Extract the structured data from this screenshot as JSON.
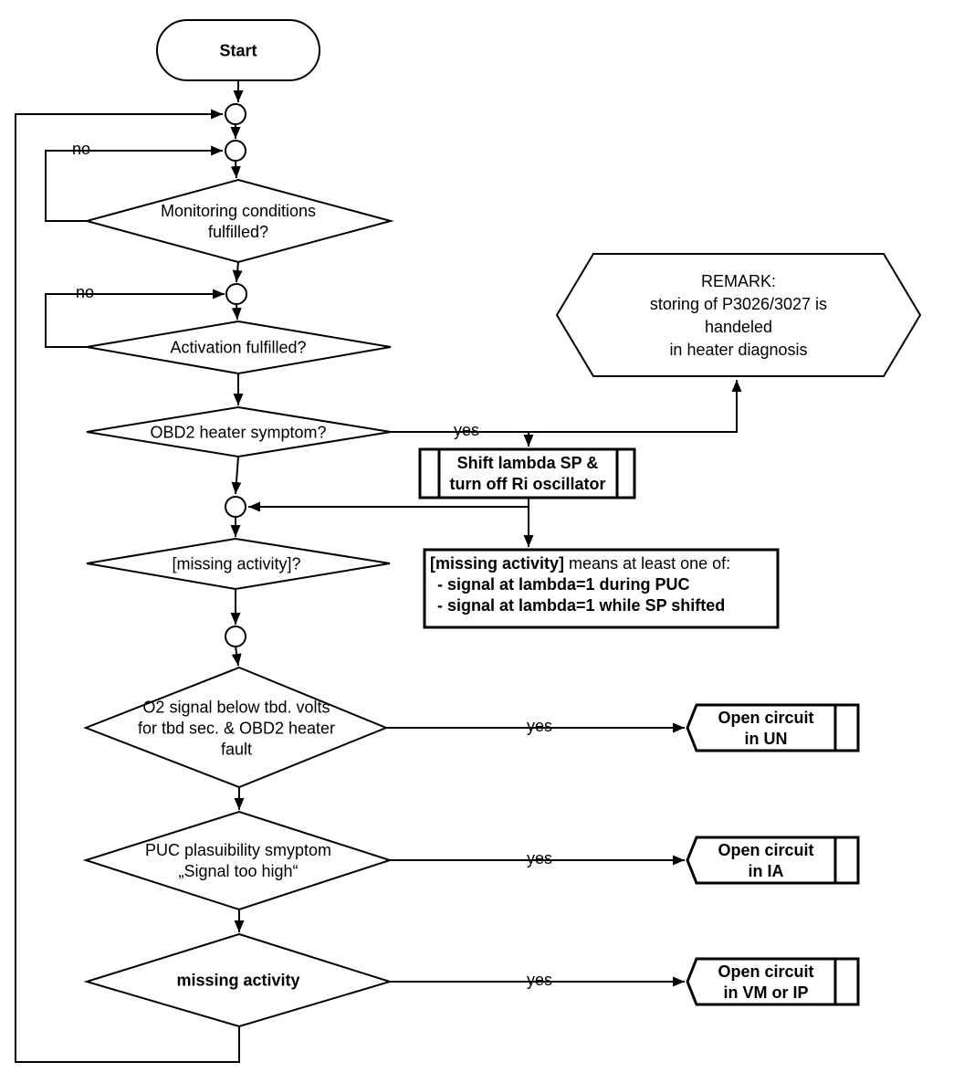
{
  "colors": {
    "background": "#ffffff",
    "line": "#000000",
    "text": "#000000"
  },
  "nodes": {
    "start": {
      "label": "Start"
    },
    "monitoring": {
      "label": "Monitoring conditions\nfulfilled?"
    },
    "activation": {
      "label": "Activation fulfilled?"
    },
    "obd2": {
      "label": "OBD2 heater symptom?"
    },
    "remark": {
      "label": "REMARK:\nstoring of P3026/3027 is handeled\nin heater diagnosis"
    },
    "shift": {
      "label": "Shift lambda SP &\nturn off Ri oscillator"
    },
    "missing_check": {
      "label": "[missing activity]?"
    },
    "note": {
      "term": "[missing activity]",
      "title_rest": " means at least one of:",
      "item1": "- signal at lambda=1 during PUC",
      "item2": "- signal at lambda=1 while SP shifted"
    },
    "o2_signal": {
      "label": "O2 signal below tbd. volts\nfor tbd sec. & OBD2 heater\nfault"
    },
    "puc": {
      "label": "PUC plasuibility smyptom\n„Signal too high“"
    },
    "missing_activity": {
      "label": "missing activity"
    },
    "open_un": {
      "label": "Open circuit\nin UN"
    },
    "open_ia": {
      "label": "Open circuit\nin IA"
    },
    "open_vm_ip": {
      "label": "Open circuit\nin VM or IP"
    }
  },
  "edge_labels": {
    "no_monitoring": "no",
    "no_activation": "no",
    "yes_obd2": "yes",
    "yes_o2": "yes",
    "yes_puc": "yes",
    "yes_missing": "yes"
  }
}
